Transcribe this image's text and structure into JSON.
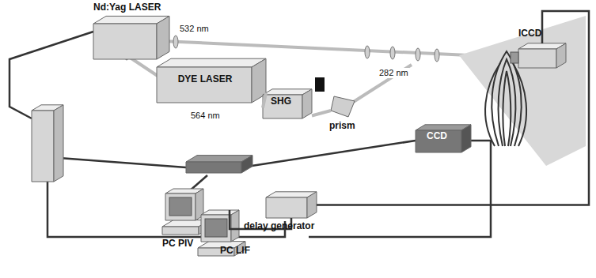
{
  "diagram": {
    "nodes": [
      {
        "text": [
          "Nd:Yag LASER"
        ]
      },
      {
        "text": [
          "DYE LASER"
        ]
      },
      {
        "text": [
          "SHG"
        ]
      },
      {
        "text": [
          "prism"
        ]
      },
      {
        "text": [
          "ICCD"
        ]
      },
      {
        "text": [
          "CCD"
        ]
      },
      {
        "text": [
          "delay generator"
        ]
      },
      {
        "text": [
          "PC PIV"
        ]
      },
      {
        "text": [
          "PC LIF"
        ]
      }
    ],
    "edges": [
      {
        "from": 1,
        "to": 2,
        "arrow": "none"
      },
      {
        "from": 2,
        "to": 3,
        "arrow": "none"
      },
      {
        "from": 8,
        "to": 6,
        "arrow": "none"
      },
      {
        "from": 6,
        "to": 4,
        "arrow": "none"
      }
    ],
    "labels": [
      "532 nm",
      "564 nm",
      "282 nm"
    ]
  }
}
